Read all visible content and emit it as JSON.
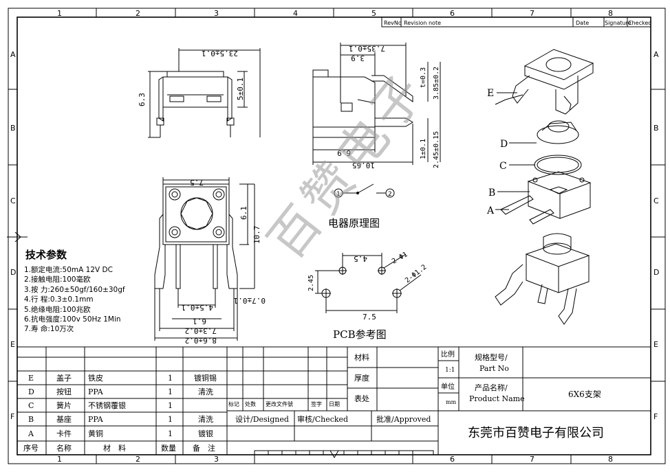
{
  "border": {
    "columns": [
      "1",
      "2",
      "3",
      "4",
      "5",
      "6",
      "7",
      "8"
    ],
    "rows": [
      "A",
      "B",
      "C",
      "D",
      "E",
      "F"
    ]
  },
  "revision_header": {
    "revno": "RevNo",
    "note": "Revision note",
    "date": "Date",
    "signature": "Signature",
    "checked": "Checked"
  },
  "dimensions": {
    "side_view": {
      "width": "23.5±0.1",
      "height": "6.3",
      "inner": "5±0.1"
    },
    "front_view": {
      "overall": "7.35±0.1",
      "offset": "3.9",
      "thickness": "t=0.3",
      "height": "3.85±0.2",
      "lower": "2.45±0.15",
      "pin": "1±0.1",
      "base": "6.9",
      "total": "10.65"
    },
    "top_view": {
      "width": "7.5",
      "height": "6.1",
      "total": "10.7",
      "pitch": "4.5±0.1",
      "inner": "6.1",
      "span1": "7.3±0.2",
      "span2": "8.6±0.2",
      "lead": "0.7±0.1"
    }
  },
  "circuit": {
    "title": "电器原理图",
    "pin1": "1",
    "pin2": "2"
  },
  "pcb": {
    "title": "PCB参考图",
    "hole_small": "2-Φ1",
    "hole_big": "2-Φ1.2",
    "h_pitch": "4.5",
    "v_pitch": "2.45",
    "span": "7.5"
  },
  "parts_labels": [
    "E",
    "D",
    "C",
    "B",
    "A"
  ],
  "watermark": "百赞电子",
  "specs": {
    "title": "技术参数",
    "items": [
      "1.额定电流:50mA 12V DC",
      "2.接触电阻:100毫欧",
      "3.按    力:260±50gf/160±30gf",
      "4.行    程:0.3±0.1mm",
      "5.绝缘电阻:100兆欧",
      "6.抗电强度:100v 50Hz 1Min",
      "7.寿    命:10万次"
    ]
  },
  "bom": {
    "rows": [
      [
        "E",
        "盖子",
        "铁皮",
        "1",
        "镀铜锡"
      ],
      [
        "D",
        "按钮",
        "PPA",
        "1",
        "清洗"
      ],
      [
        "C",
        "簧片",
        "不锈钢覆银",
        "1",
        ""
      ],
      [
        "B",
        "基座",
        "PPA",
        "1",
        "清洗"
      ],
      [
        "A",
        "卡件",
        "黄铜",
        "1",
        "镀银"
      ]
    ],
    "header": [
      "序号",
      "名称",
      "材　料",
      "数量",
      "备　注"
    ]
  },
  "approval": {
    "marks": "标记",
    "count": "处数",
    "change_doc": "更改文件號",
    "sign": "签字",
    "date": "日期",
    "design": "设计/Designed",
    "review": "审核/Checked",
    "approve": "批准/Approved"
  },
  "material": {
    "material": "材料",
    "thickness": "厚度",
    "finish": "表处"
  },
  "title_block": {
    "scale_label": "比例",
    "scale": "1:1",
    "unit_label": "单位",
    "unit": "mm",
    "spec_label": "规格型号/",
    "spec_label_en": "Part No",
    "name_label": "产品名称/",
    "name_label_en": "Product Name",
    "product": "6X6支架",
    "company": "东莞市百赞电子有限公司"
  }
}
